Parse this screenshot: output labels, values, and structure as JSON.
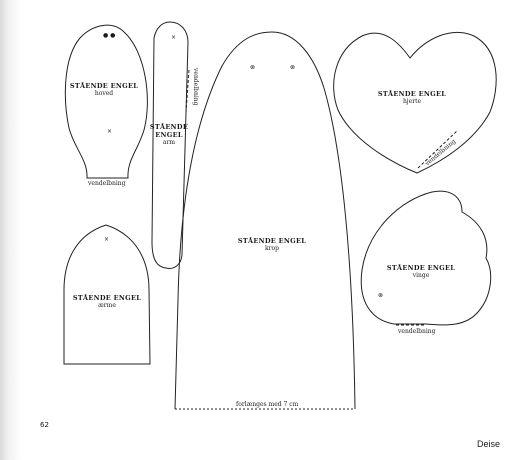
{
  "pieces": {
    "head": {
      "title": "STÅENDE ENGEL",
      "sub": "hoved",
      "fold": "vendelbning"
    },
    "arm": {
      "title": "STÅENDE ENGEL",
      "sub": "arm",
      "fold": "vendelbning"
    },
    "body": {
      "title": "STÅENDE ENGEL",
      "sub": "krop",
      "extend": "forlænges med 7 cm"
    },
    "heart": {
      "title": "STÅENDE ENGEL",
      "sub": "hjerte",
      "fold": "vendelbning"
    },
    "wing": {
      "title": "STÅENDE ENGEL",
      "sub": "vinge",
      "fold": "vendelbning"
    },
    "sleeve": {
      "title": "STÅENDE ENGEL",
      "sub": "ærme"
    }
  },
  "page_number": "62",
  "credit": "Deise"
}
